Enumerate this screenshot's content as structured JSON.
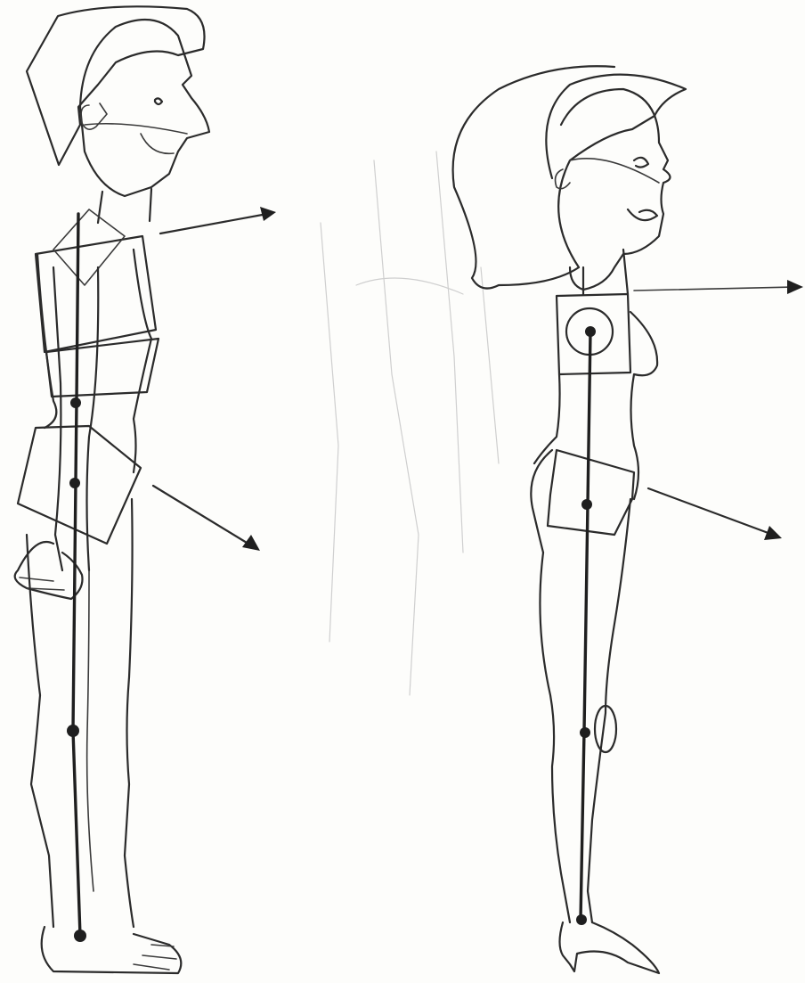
{
  "figures": [
    {
      "name": "male-figure",
      "body_shapes": [
        "head",
        "chest-box",
        "rib-box",
        "pelvis-box",
        "arm",
        "hand",
        "leg-front",
        "leg-back",
        "foot"
      ],
      "joints": [
        "waist",
        "hip",
        "knee",
        "ankle"
      ],
      "direction_arrows": [
        "chest-arrow",
        "pelvis-arrow"
      ]
    },
    {
      "name": "female-figure",
      "body_shapes": [
        "head",
        "hair",
        "chest-box",
        "shoulder-circle",
        "pelvis-box",
        "leg-front",
        "leg-back",
        "knee-cap",
        "high-heel"
      ],
      "joints": [
        "shoulder",
        "hip",
        "knee",
        "ankle"
      ],
      "direction_arrows": [
        "chest-arrow",
        "pelvis-arrow"
      ]
    }
  ],
  "colors": {
    "paper": "#fdfdfb",
    "ink": "#2b2b2b",
    "faint_ink": "#cfcfcf"
  }
}
